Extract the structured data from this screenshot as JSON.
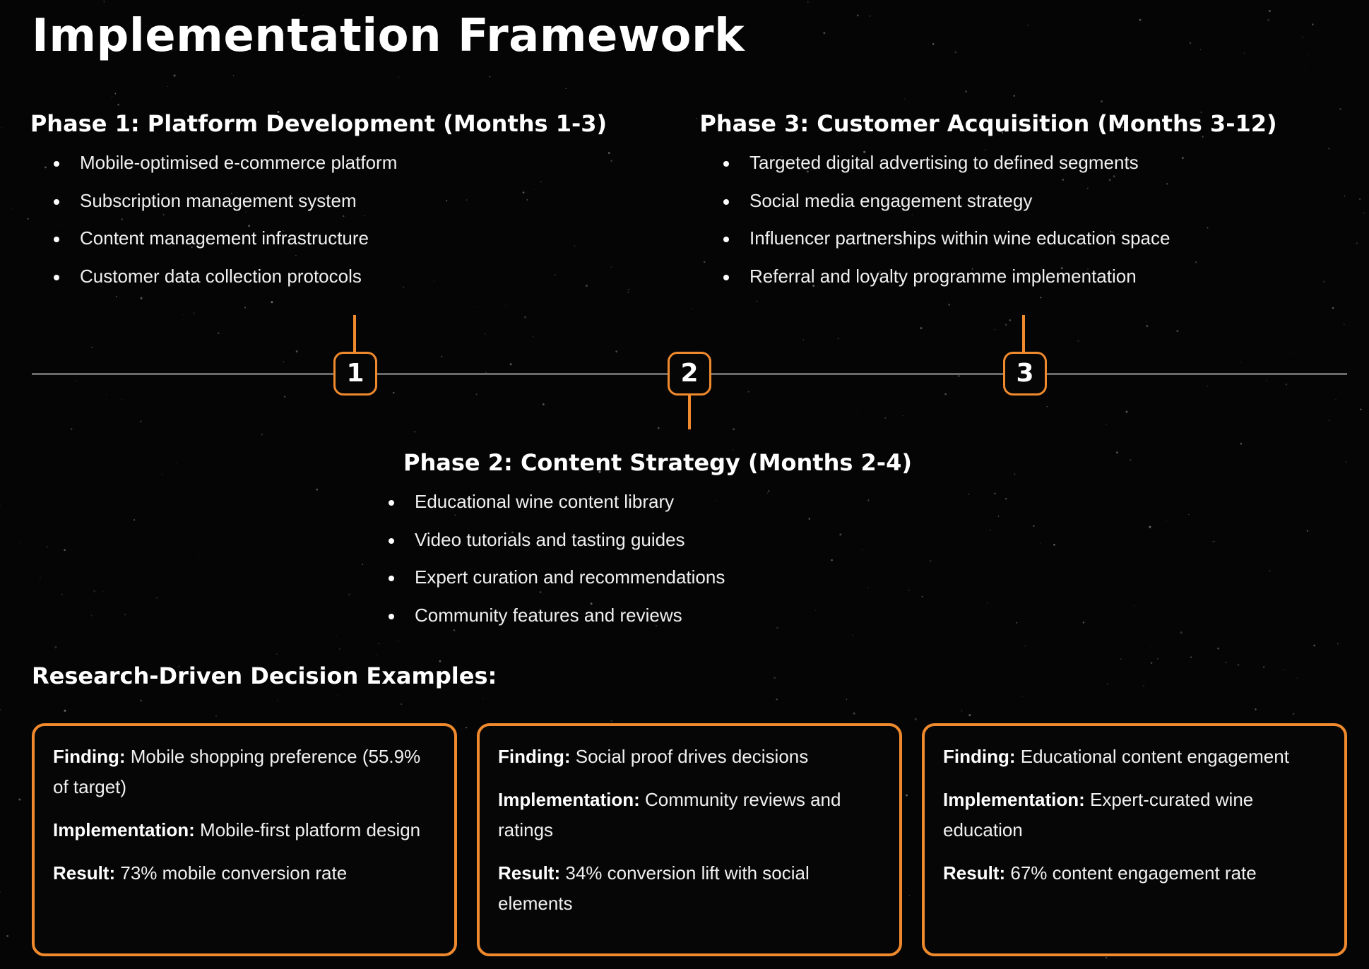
{
  "title": "Implementation Framework",
  "accent_color": "#f08a2e",
  "phases": [
    {
      "number": "1",
      "heading": "Phase 1: Platform Development (Months 1-3)",
      "items": [
        "Mobile-optimised e-commerce platform",
        "Subscription management system",
        "Content management infrastructure",
        "Customer data collection protocols"
      ]
    },
    {
      "number": "2",
      "heading": "Phase 2: Content Strategy (Months 2-4)",
      "items": [
        "Educational wine content library",
        "Video tutorials and tasting guides",
        "Expert curation and recommendations",
        "Community features and reviews"
      ]
    },
    {
      "number": "3",
      "heading": "Phase 3: Customer Acquisition (Months 3-12)",
      "items": [
        "Targeted digital advertising to defined segments",
        "Social media engagement strategy",
        "Influencer partnerships within wine education space",
        "Referral and loyalty programme implementation"
      ]
    }
  ],
  "examples_heading": "Research-Driven Decision Examples:",
  "labels": {
    "finding": "Finding:",
    "implementation": "Implementation:",
    "result": "Result:"
  },
  "examples": [
    {
      "finding": "Mobile shopping preference (55.9% of target)",
      "implementation": "Mobile-first platform design",
      "result": "73% mobile conversion rate"
    },
    {
      "finding": "Social proof drives decisions",
      "implementation": "Community reviews and ratings",
      "result": "34% conversion lift with social elements"
    },
    {
      "finding": "Educational content engagement",
      "implementation": "Expert-curated wine education",
      "result": "67% content engagement rate"
    }
  ]
}
